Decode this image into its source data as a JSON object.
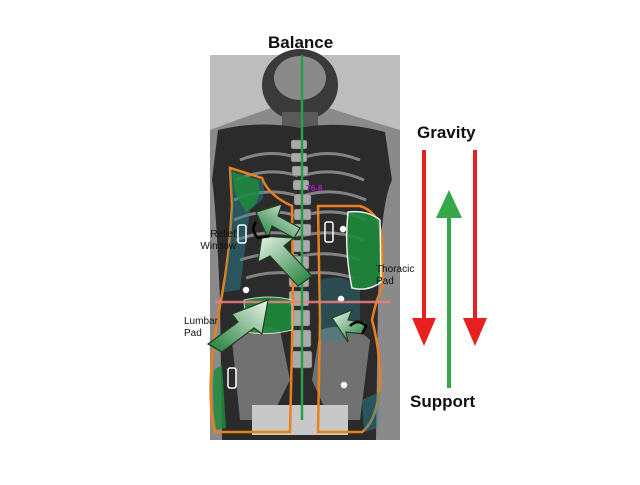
{
  "title": "Balance",
  "labels": {
    "relief_window": [
      "Relief",
      "Window"
    ],
    "thoracic_pad": [
      "Thoracic",
      "Pad"
    ],
    "lumbar_pad": [
      "Lumbar",
      "Pad"
    ],
    "gravity": "Gravity",
    "support": "Support",
    "spine_marker": "T6-8"
  },
  "colors": {
    "brace_outline": "#e8801c",
    "pad_fill": "#1e8a3c",
    "balance_line": "#25a048",
    "gravity_arrows": "#e82020",
    "support_arrow": "#35a84a",
    "apex_line": "#f08080",
    "marker_text": "#b020c0"
  }
}
